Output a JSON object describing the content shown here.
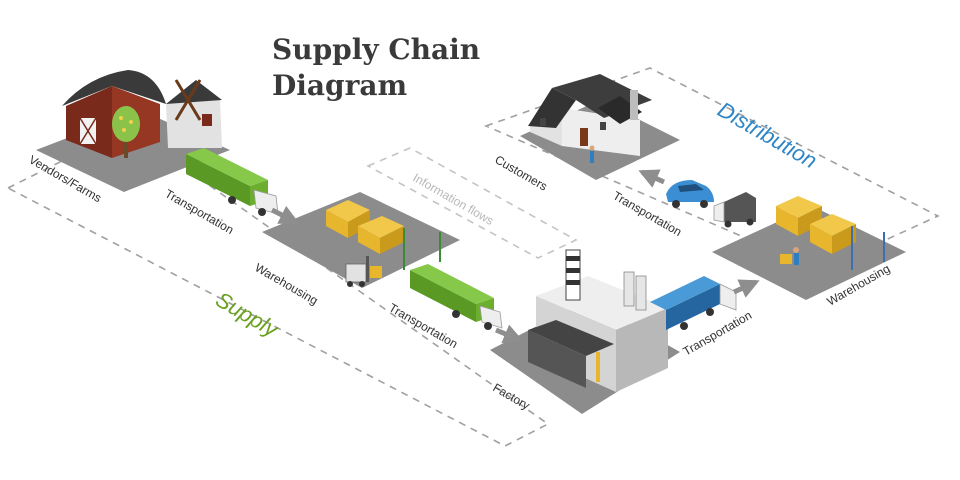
{
  "title_line1": "Supply Chain",
  "title_line2": "Diagram",
  "regions": {
    "supply": {
      "label": "Supply",
      "color": "#6aa121"
    },
    "distribution": {
      "label": "Distribution",
      "color": "#2f86c6"
    },
    "information": {
      "label": "Information flows",
      "color": "#c8c8c8"
    }
  },
  "nodes": {
    "vendors": "Vendors/Farms",
    "warehousing_1": "Warehousing",
    "factory": "Factory",
    "warehousing_2": "Warehousing",
    "customers": "Customers"
  },
  "transport": {
    "t1": "Transportation",
    "t2": "Transportation",
    "t3": "Transportation",
    "t4": "Transportation"
  },
  "colors": {
    "tile": "#8c8c8c",
    "dash": "#9a9a9a",
    "truck_green": "#6cae2e",
    "truck_blue": "#2f7fc0",
    "pallet": "#e8b62c",
    "rack": "#3b6fb0",
    "arrow": "#8e8e8e"
  }
}
